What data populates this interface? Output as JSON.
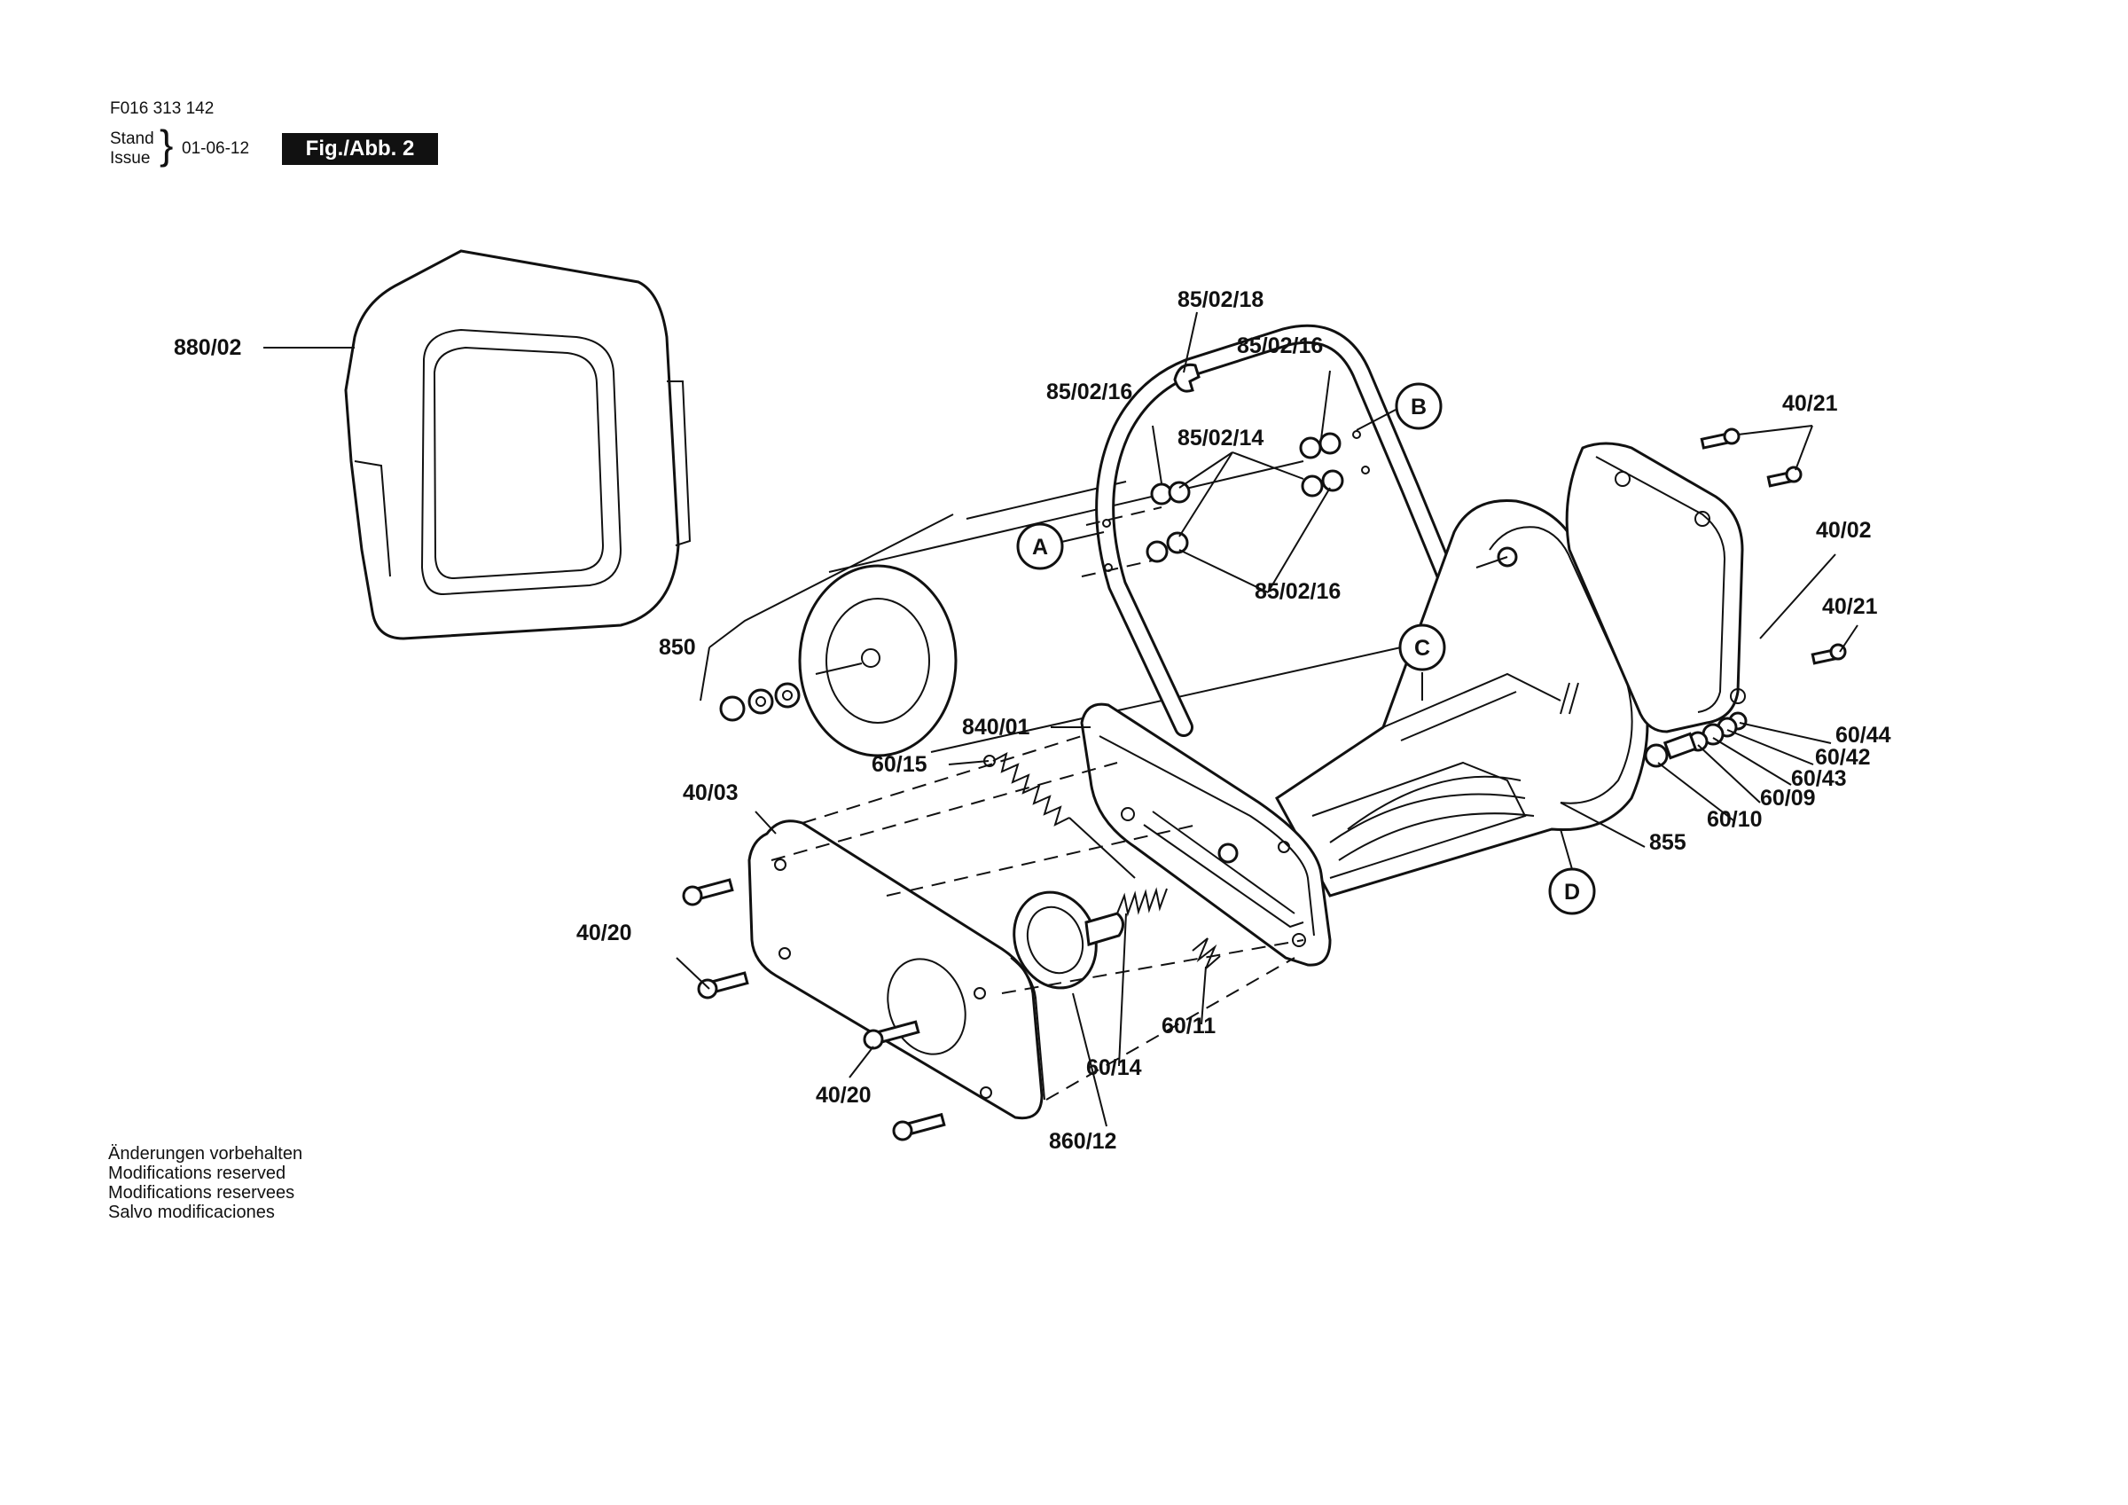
{
  "header": {
    "doc_id": "F016 313 142",
    "stand": "Stand",
    "issue": "Issue",
    "date": "01-06-12",
    "figure": "Fig./Abb. 2"
  },
  "notes": [
    "Änderungen vorbehalten",
    "Modifications reserved",
    "Modifications reservees",
    "Salvo modificaciones"
  ],
  "parts": {
    "p880_02": "880/02",
    "p850": "850",
    "p85_02_18": "85/02/18",
    "p85_02_16_a": "85/02/16",
    "p85_02_16_b": "85/02/16",
    "p85_02_16_c": "85/02/16",
    "p85_02_14": "85/02/14",
    "p40_21_a": "40/21",
    "p40_21_b": "40/21",
    "p40_02": "40/02",
    "p840_01": "840/01",
    "p60_15": "60/15",
    "p40_03": "40/03",
    "p40_20_a": "40/20",
    "p40_20_b": "40/20",
    "p60_44": "60/44",
    "p60_42": "60/42",
    "p60_43": "60/43",
    "p60_09": "60/09",
    "p60_10": "60/10",
    "p855": "855",
    "p60_11": "60/11",
    "p60_14": "60/14",
    "p860_12": "860/12"
  },
  "refs": {
    "a": "A",
    "b": "B",
    "c": "C",
    "d": "D"
  }
}
